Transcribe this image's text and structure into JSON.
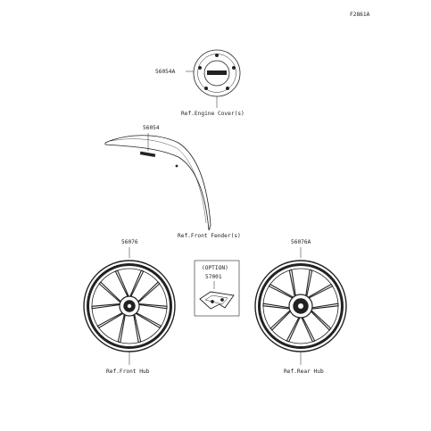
{
  "figure_code": "F2861A",
  "parts": {
    "engine_cover_emblem": {
      "number": "56054A",
      "ref": "Ref.Engine Cover(s)"
    },
    "fender_label": {
      "number": "56054",
      "ref": "Ref.Front Fender(s)"
    },
    "front_wheel_label": {
      "number": "56076",
      "ref": "Ref.Front Hub"
    },
    "rear_wheel_label": {
      "number": "56076A",
      "ref": "Ref.Rear Hub"
    },
    "option_part": {
      "option_text": "(OPTION)",
      "number": "57001"
    }
  },
  "colors": {
    "line": "#222222",
    "background": "#ffffff"
  }
}
